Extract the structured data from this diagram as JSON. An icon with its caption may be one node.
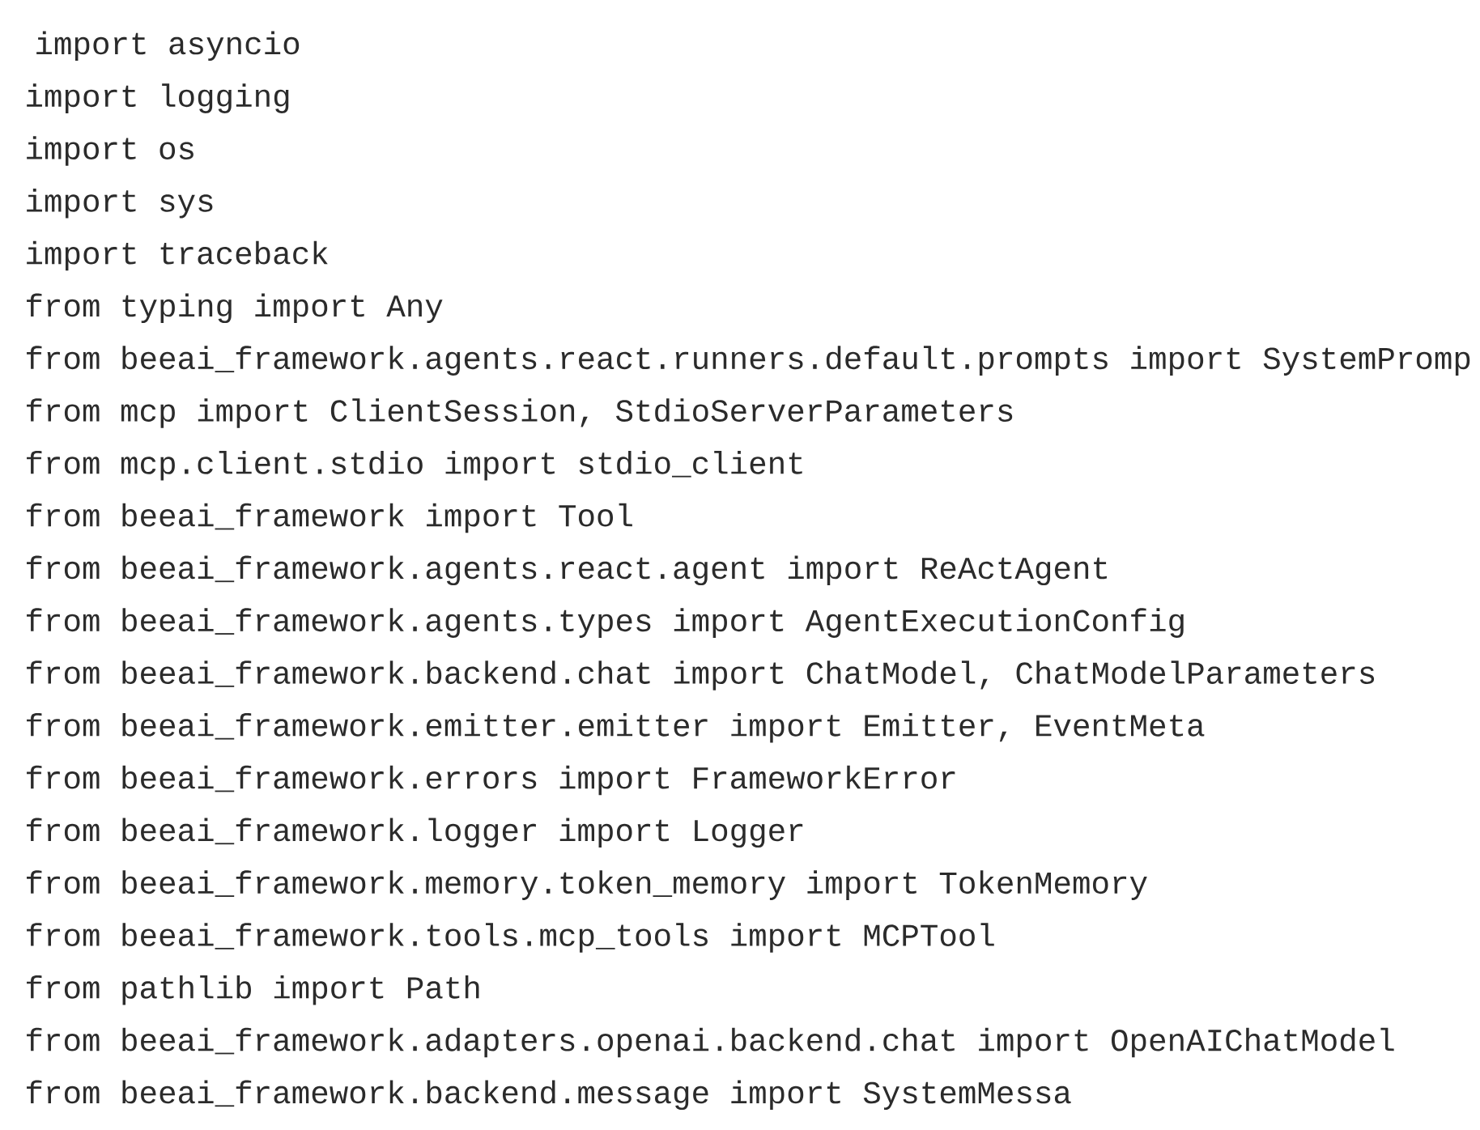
{
  "diagram": {
    "labels": [
      "import asyncio",
      "import logging",
      "import os",
      "import sys",
      "import traceback",
      "from typing import Any",
      "from beeai_framework.agents.react.runners.default.prompts import SystemPromp",
      "from mcp import ClientSession, StdioServerParameters",
      "from mcp.client.stdio import stdio_client",
      "from beeai_framework import Tool",
      "from beeai_framework.agents.react.agent import ReActAgent",
      "from beeai_framework.agents.types import AgentExecutionConfig",
      "from beeai_framework.backend.chat import ChatModel, ChatModelParameters",
      "from beeai_framework.emitter.emitter import Emitter, EventMeta",
      "from beeai_framework.errors import FrameworkError",
      "from beeai_framework.logger import Logger",
      "from beeai_framework.memory.token_memory import TokenMemory",
      "from beeai_framework.tools.mcp_tools import MCPTool",
      "from pathlib import Path",
      "from beeai_framework.adapters.openai.backend.chat import OpenAIChatModel",
      "from beeai_framework.backend.message import SystemMessa"
    ]
  }
}
